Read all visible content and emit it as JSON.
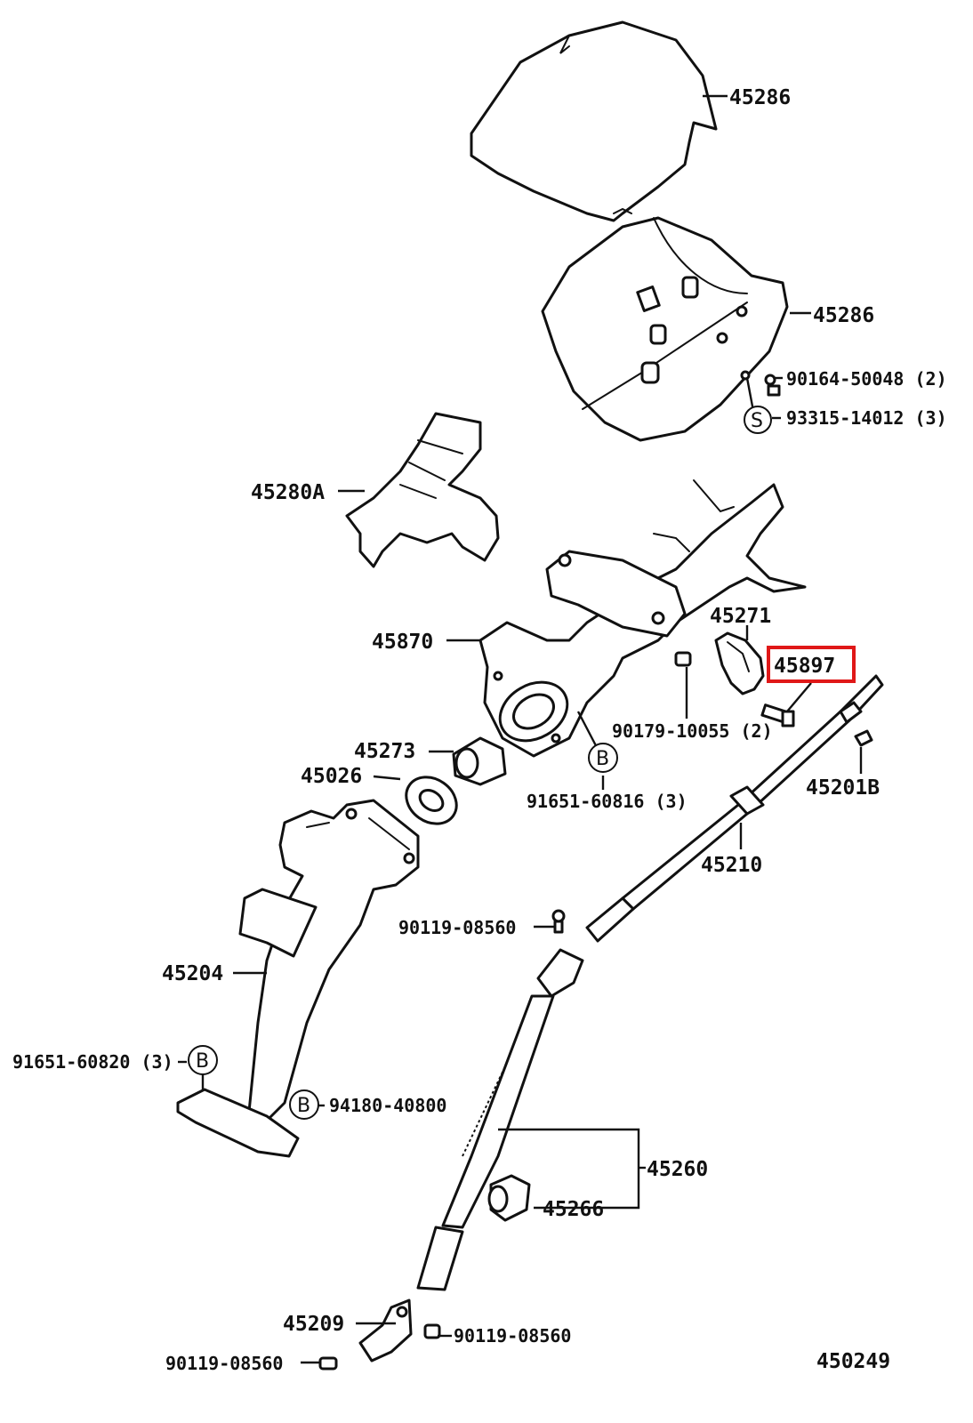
{
  "highlight_color": "#e01818",
  "highlighted_part": "45897",
  "diagram_code": "450249",
  "labels": {
    "p45286_upper": "45286",
    "p45286_lower": "45286",
    "p90164": "90164-50048 (2)",
    "p93315": "93315-14012 (3)",
    "p45280A": "45280A",
    "p45271": "45271",
    "p45897": "45897",
    "p45870": "45870",
    "p90179": "90179-10055 (2)",
    "p45273": "45273",
    "p45201B": "45201B",
    "p45026": "45026",
    "p91651_60816": "91651-60816 (3)",
    "p45210": "45210",
    "p90119_a": "90119-08560",
    "p45204": "45204",
    "p91651_60820": "91651-60820 (3)",
    "p94180": "94180-40800",
    "p45260": "45260",
    "p45266": "45266",
    "p45209": "45209",
    "p90119_b": "90119-08560",
    "p90119_c": "90119-08560"
  },
  "marks": {
    "s": "S",
    "b1": "B",
    "b2": "B",
    "b3": "B"
  }
}
